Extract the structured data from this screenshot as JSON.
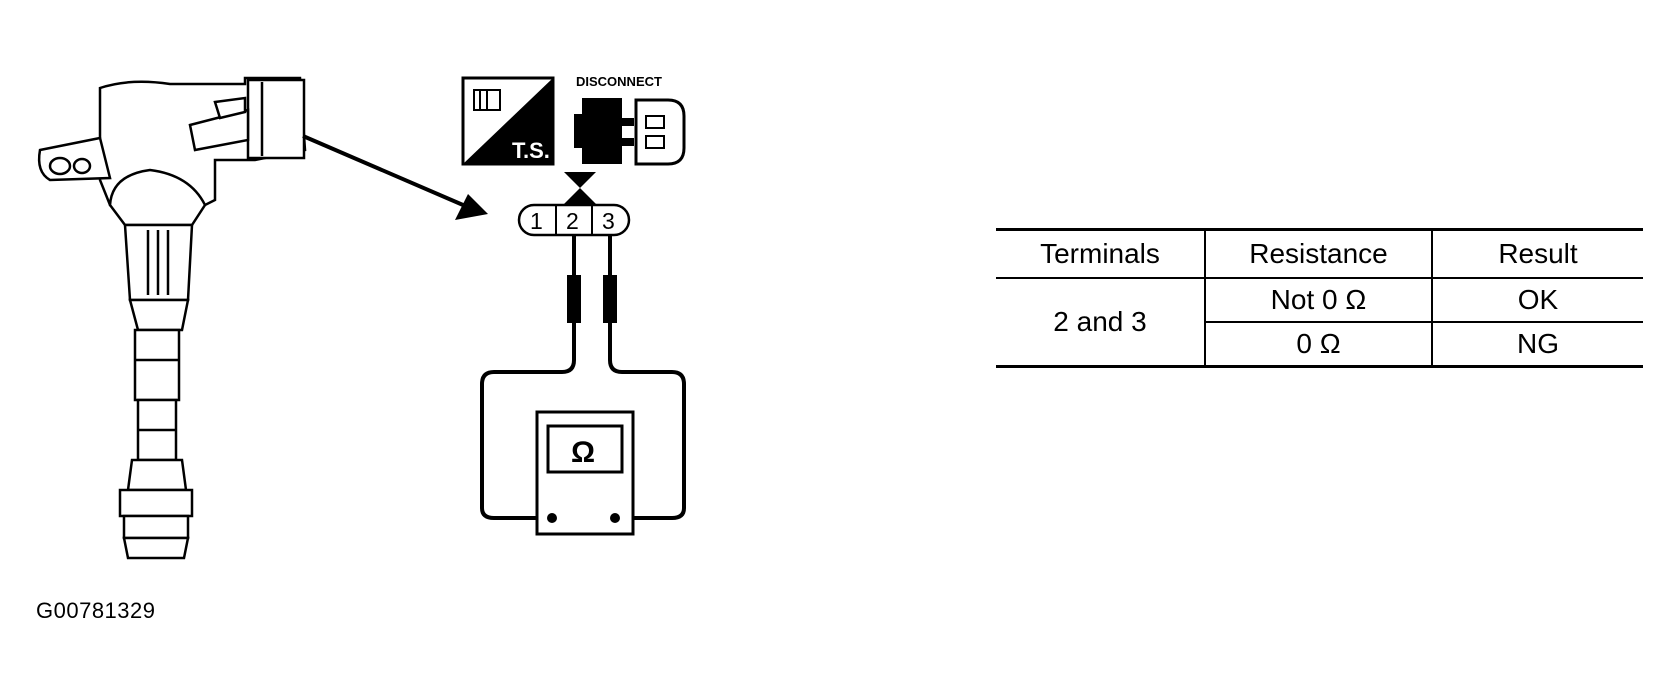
{
  "figure_id": "G00781329",
  "disconnect_label": "DISCONNECT",
  "ts_label": "T.S.",
  "meter_symbol": "Ω",
  "connector_terminals": [
    "1",
    "2",
    "3"
  ],
  "table": {
    "headers": [
      "Terminals",
      "Resistance",
      "Result"
    ],
    "terminals": "2 and 3",
    "rows": [
      {
        "resistance": "Not 0 Ω",
        "result": "OK"
      },
      {
        "resistance": "0 Ω",
        "result": "NG"
      }
    ]
  }
}
